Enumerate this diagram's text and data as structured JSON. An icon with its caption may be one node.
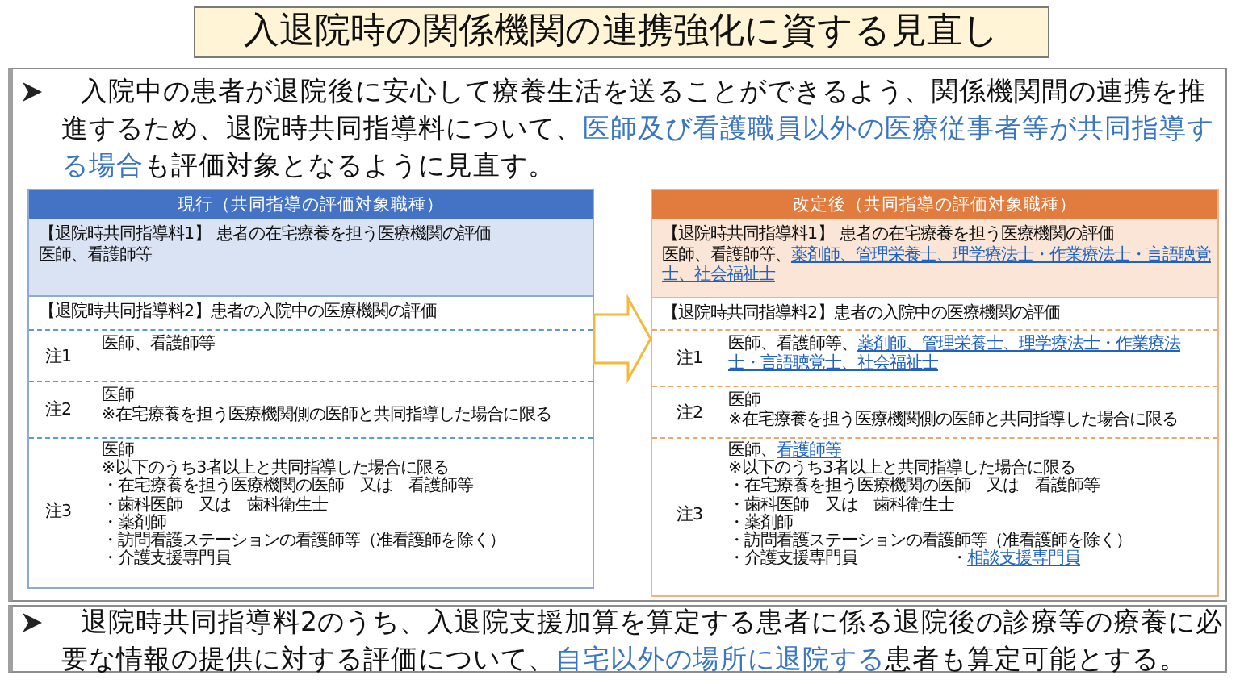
{
  "diagram": {
    "title": "入退院時の関係機関の連携強化に資する見直し",
    "nodes": [
      {
        "text": [
          "入院中の患者が退院後に安心して療養生活を送ることができるよう、関係機関間の連携を推進するため、退院時共同指導料について、**医師及び看護職員以外の医療従事者等が共同指導する場合**も評価対象となるように見直す。"
        ]
      },
      {
        "text": [
          "現行（共同指導の評価対象職種）"
        ],
        "in": 0
      },
      {
        "text": [
          "【退院時共同指導料1】 患者の在宅療養を担う医療機関の評価",
          "医師、看護師等"
        ],
        "in": 1
      },
      {
        "text": [
          "【退院時共同指導料2】患者の入院中の医療機関の評価"
        ],
        "in": 1
      },
      {
        "text": [
          "注1",
          "医師、看護師等"
        ],
        "in": 1
      },
      {
        "text": [
          "注2",
          "医師",
          "※在宅療養を担う医療機関側の医師と共同指導した場合に限る"
        ],
        "in": 1
      },
      {
        "text": [
          "注3",
          "医師",
          "※以下のうち3者以上と共同指導した場合に限る",
          "・在宅療養を担う医療機関の医師　又は　看護師等",
          "・歯科医師　又は　歯科衛生士",
          "・薬剤師",
          "・訪問看護ステーションの看護師等（准看護師を除く）",
          "・介護支援専門員"
        ],
        "in": 1
      },
      {
        "text": [
          "改定後（共同指導の評価対象職種）"
        ],
        "in": 0
      },
      {
        "text": [
          "【退院時共同指導料1】 患者の在宅療養を担う医療機関の評価",
          "医師、看護師等、**薬剤師、管理栄養士、理学療法士・作業療法士・言語聴覚士、社会福祉士**"
        ],
        "in": 7
      },
      {
        "text": [
          "【退院時共同指導料2】患者の入院中の医療機関の評価"
        ],
        "in": 7
      },
      {
        "text": [
          "注1",
          "医師、看護師等、**薬剤師、管理栄養士、理学療法士・作業療法士・言語聴覚士、社会福祉士**"
        ],
        "in": 7
      },
      {
        "text": [
          "注2",
          "医師",
          "※在宅療養を担う医療機関側の医師と共同指導した場合に限る"
        ],
        "in": 7
      },
      {
        "text": [
          "注3",
          "医師、**看護師等**",
          "※以下のうち3者以上と共同指導した場合に限る",
          "・在宅療養を担う医療機関の医師　又は　看護師等",
          "・歯科医師　又は　歯科衛生士",
          "・薬剤師",
          "・訪問看護ステーションの看護師等（准看護師を除く）",
          "・介護支援専門員",
          "・**相談支援専門員**"
        ],
        "in": 7
      },
      {
        "text": [
          "退院時共同指導料2のうち、入退院支援加算を算定する患者に係る退院後の診療等の療養に必要な情報の提供に対する評価について、**自宅以外の場所に退院する**患者も算定可能とする。"
        ]
      }
    ],
    "edges": [
      {
        "from": 1,
        "to": 7,
        "arrow": "to"
      }
    ]
  }
}
